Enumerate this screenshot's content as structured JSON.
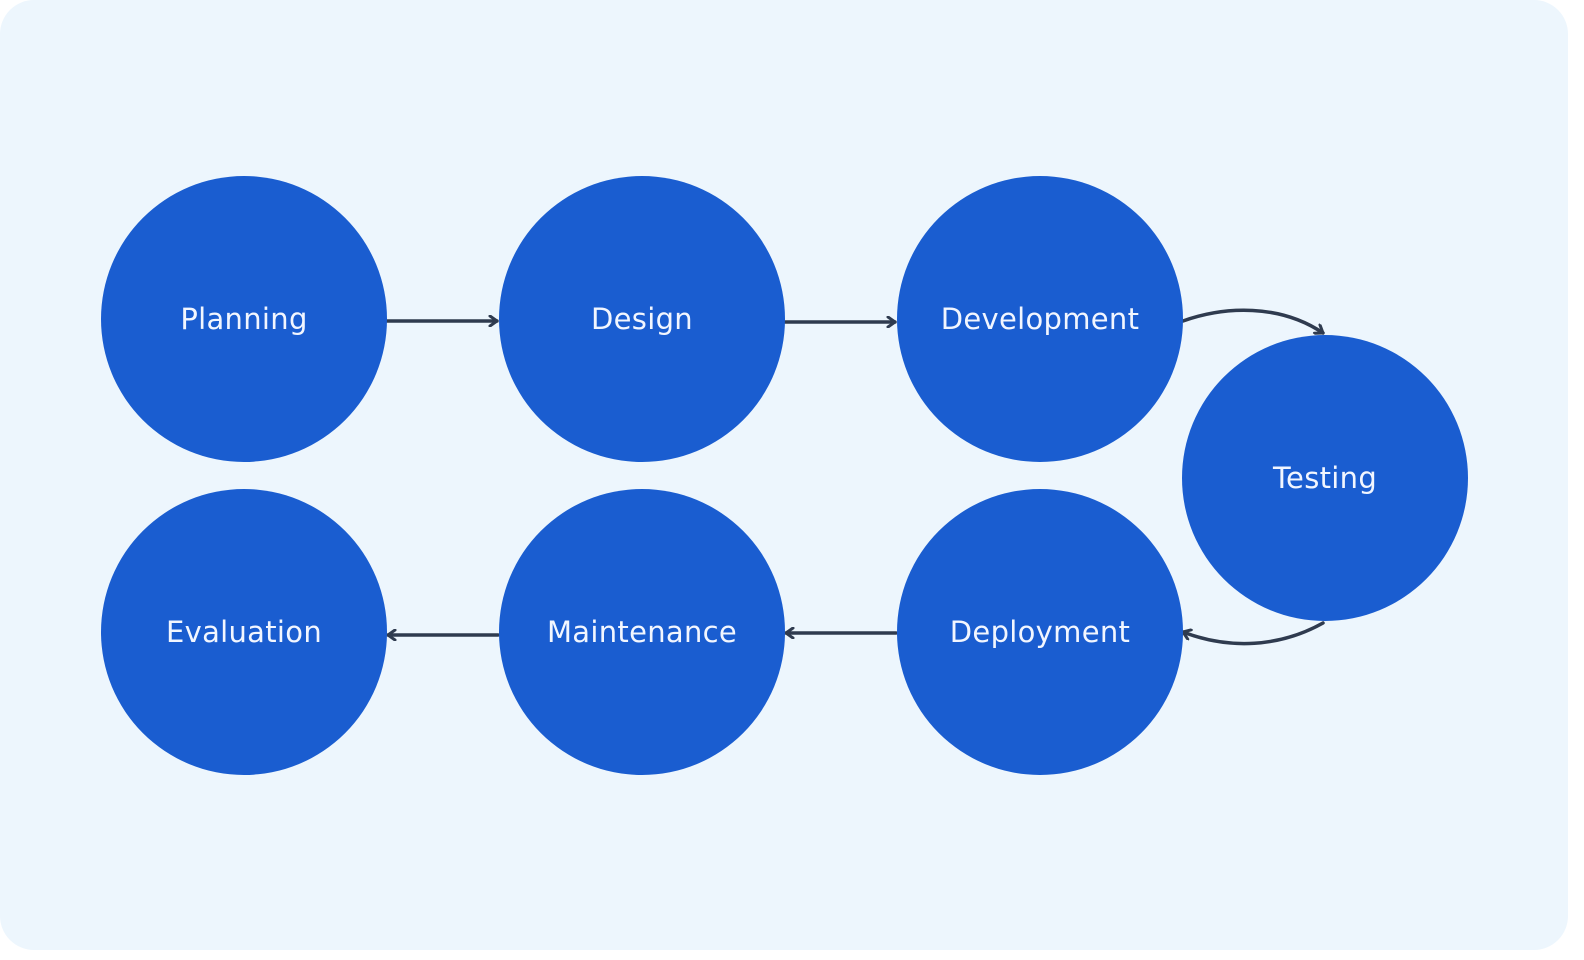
{
  "diagram": {
    "type": "process-flow",
    "background_color": "#edf6fd",
    "node_color": "#1a5dd0",
    "arrow_color": "#2f3b4f",
    "nodes": [
      {
        "id": "planning",
        "label": "Planning"
      },
      {
        "id": "design",
        "label": "Design"
      },
      {
        "id": "development",
        "label": "Development"
      },
      {
        "id": "testing",
        "label": "Testing"
      },
      {
        "id": "deployment",
        "label": "Deployment"
      },
      {
        "id": "maintenance",
        "label": "Maintenance"
      },
      {
        "id": "evaluation",
        "label": "Evaluation"
      }
    ],
    "edges": [
      {
        "from": "planning",
        "to": "design"
      },
      {
        "from": "design",
        "to": "development"
      },
      {
        "from": "development",
        "to": "testing"
      },
      {
        "from": "testing",
        "to": "deployment"
      },
      {
        "from": "deployment",
        "to": "maintenance"
      },
      {
        "from": "maintenance",
        "to": "evaluation"
      }
    ]
  }
}
